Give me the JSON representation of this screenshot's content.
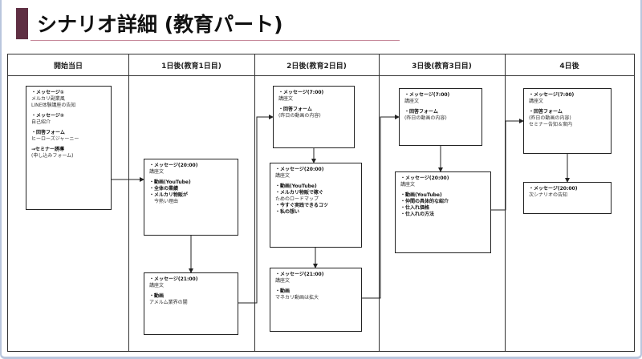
{
  "title": "シナリオ詳細 (教育パート)",
  "columns": [
    "開始当日",
    "1日後(教育1日目)",
    "2日後(教育2日目)",
    "3日後(教育3日目)",
    "4日後"
  ],
  "boxes": {
    "day0": [
      "・メッセージ①",
      "メルカリ副業風",
      "LINE体験講座の告知",
      "",
      "・メッセージ②",
      "自己紹介",
      "",
      "・回答フォーム",
      "ヒーローズジャーニー",
      "",
      "→セミナー誘導",
      "(申し込みフォーム)"
    ],
    "day1a": [
      "・メッセージ(20:00)",
      "講座文",
      "",
      "・動画(YouTube)",
      "・全体の業績",
      "・メルカリ物販が",
      "　今熱い理由"
    ],
    "day1b": [
      "・メッセージ(21:00)",
      "講座文",
      "",
      "・動画",
      "アメルム業界の闇"
    ],
    "day2a": [
      "・メッセージ(7:00)",
      "講座文",
      "",
      "・回答フォーム",
      "(昨日の動画の内容)"
    ],
    "day2b": [
      "・メッセージ(20:00)",
      "講座文",
      "",
      "・動画(YouTube)",
      "・メルカリ物販で稼ぐ",
      "ためのロードマップ",
      "・今すぐ実践できるコツ",
      "・私の想い"
    ],
    "day2c": [
      "・メッセージ(21:00)",
      "講座文",
      "",
      "・動画",
      "マネカリ動画は拡大"
    ],
    "day3a": [
      "・メッセージ(7:00)",
      "講座文",
      "",
      "・回答フォーム",
      "(昨日の動画の内容)"
    ],
    "day3b": [
      "・メッセージ(20:00)",
      "講座文",
      "",
      "・動画(YouTube)",
      "・仲間の具体的な紹介",
      "・仕入れ価格",
      "・仕入れの方法"
    ],
    "day4a": [
      "・メッセージ(7:00)",
      "講座文",
      "",
      "・回答フォーム",
      "(昨日の動画の内容)",
      "セミナー告知＆案内"
    ],
    "day4b": [
      "・メッセージ(20:00)",
      "次シナリオの告知"
    ]
  }
}
